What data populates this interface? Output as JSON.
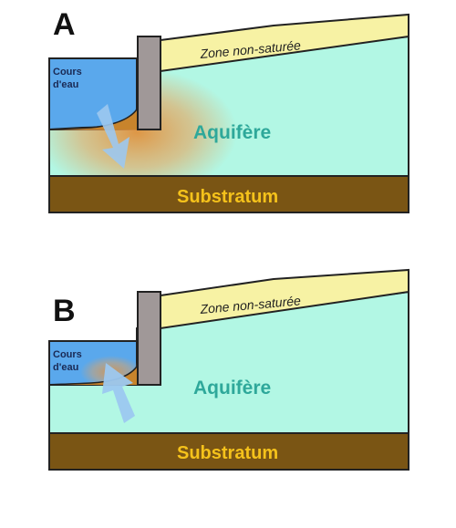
{
  "panels": [
    {
      "label": "A",
      "stream_label_line1": "Cours",
      "stream_label_line2": "d'eau",
      "unsaturated_zone_label": "Zone non-saturée",
      "aquifer_label": "Aquifère",
      "substratum_label": "Substratum",
      "flow_direction": "stream to aquifer"
    },
    {
      "label": "B",
      "stream_label_line1": "Cours",
      "stream_label_line2": "d'eau",
      "unsaturated_zone_label": "Zone non-saturée",
      "aquifer_label": "Aquifère",
      "substratum_label": "Substratum",
      "flow_direction": "aquifer to stream"
    }
  ],
  "colors": {
    "water": "#5aa8ec",
    "aquifer": "#b2f7e4",
    "unsaturated_zone": "#f7f2a4",
    "substratum": "#7a5514",
    "substratum_text": "#f5c21b",
    "aquifer_text": "#2ea89a",
    "sediment": "#c8842c",
    "plume": "#e8a25a",
    "arrow": "#9cc8f0",
    "wall": "#a09898"
  }
}
